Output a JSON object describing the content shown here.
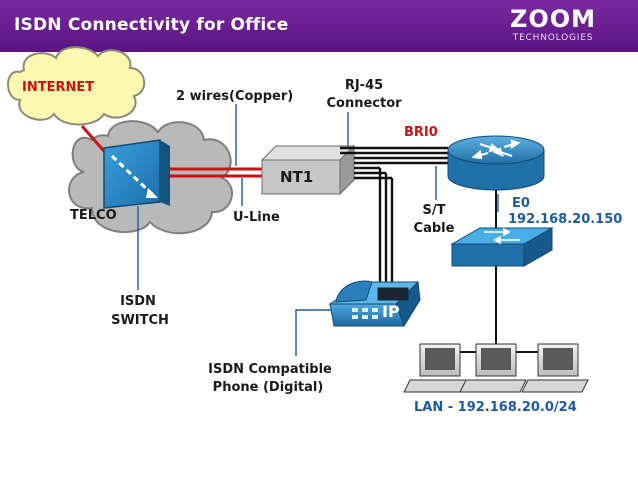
{
  "header": {
    "title": "ISDN Connectivity for Office",
    "logo_main": "ZOOM",
    "logo_sub": "TECHNOLOGIES",
    "bg_color": "#6a1d91"
  },
  "diagram": {
    "internet_label": "INTERNET",
    "telco_label": "TELCO",
    "isdn_switch_label_1": "ISDN",
    "isdn_switch_label_2": "SWITCH",
    "wires_label": "2 wires(Copper)",
    "uline_label": "U-Line",
    "nt1_label": "NT1",
    "rj45_label_1": "RJ-45",
    "rj45_label_2": "Connector",
    "bri0_label": "BRI0",
    "st_label_1": "S/T",
    "st_label_2": "Cable",
    "e0_label": "E0",
    "e0_ip": "192.168.20.150",
    "phone_label_1": "ISDN Compatible",
    "phone_label_2": "Phone (Digital)",
    "phone_badge": "IP",
    "lan_label": "LAN - 192.168.20.0/24"
  },
  "colors": {
    "accent_red": "#d01010",
    "accent_blue": "#1c5aa6",
    "device_blue": "#2c86c4",
    "cloud_yellow": "#fdf7b0"
  }
}
